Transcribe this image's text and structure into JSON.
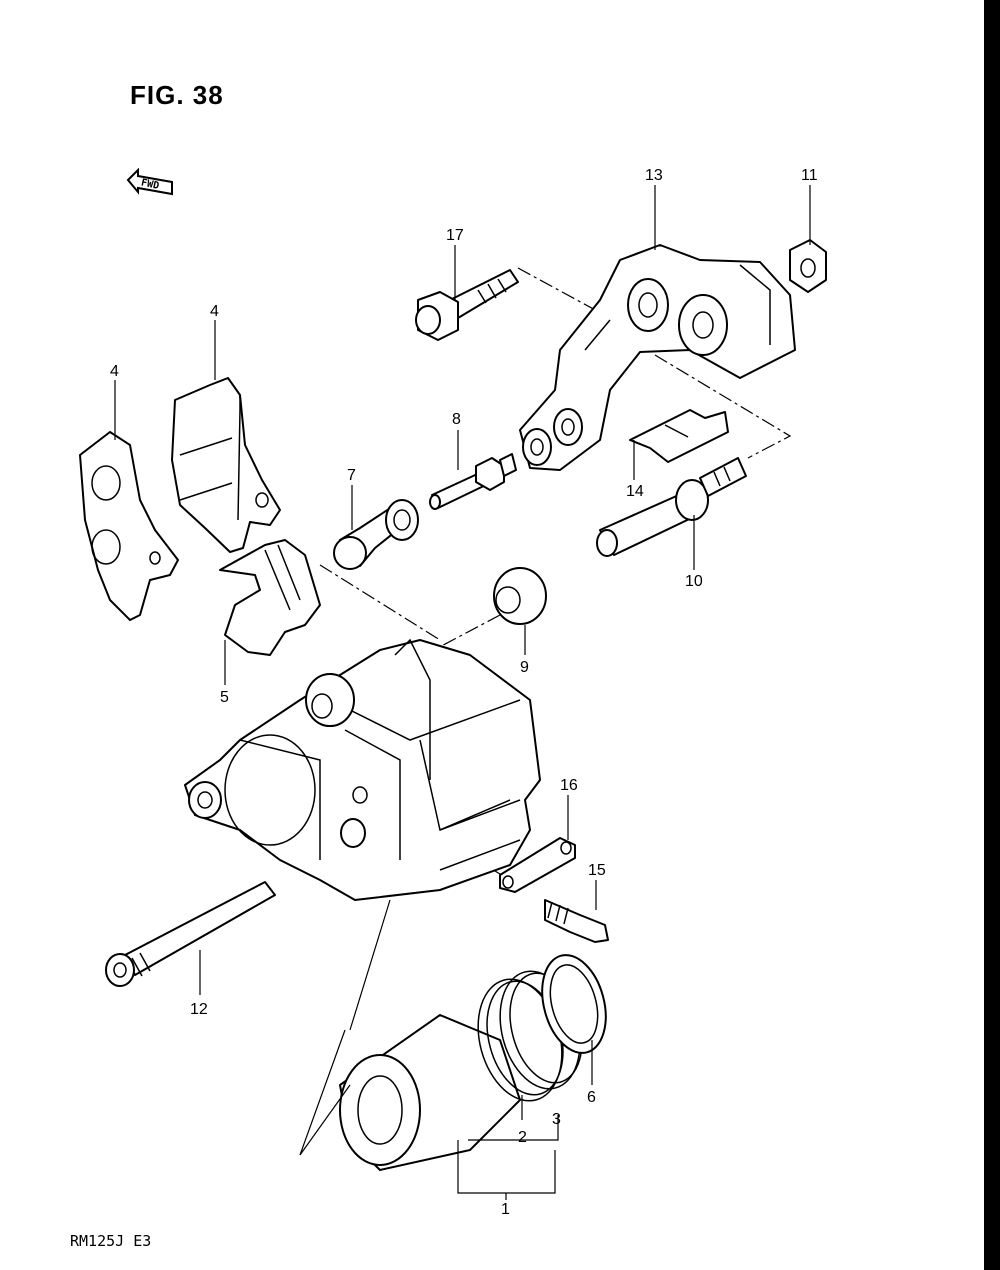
{
  "figure": {
    "title": "FIG. 38",
    "model_code": "RM125J  E3",
    "direction_label": "FWD"
  },
  "callouts": {
    "p1": "1",
    "p2": "2",
    "p3": "3",
    "p4a": "4",
    "p4b": "4",
    "p5": "5",
    "p6": "6",
    "p7": "7",
    "p8": "8",
    "p9": "9",
    "p10": "10",
    "p11": "11",
    "p12": "12",
    "p13": "13",
    "p14": "14",
    "p15": "15",
    "p16": "16",
    "p17": "17"
  }
}
